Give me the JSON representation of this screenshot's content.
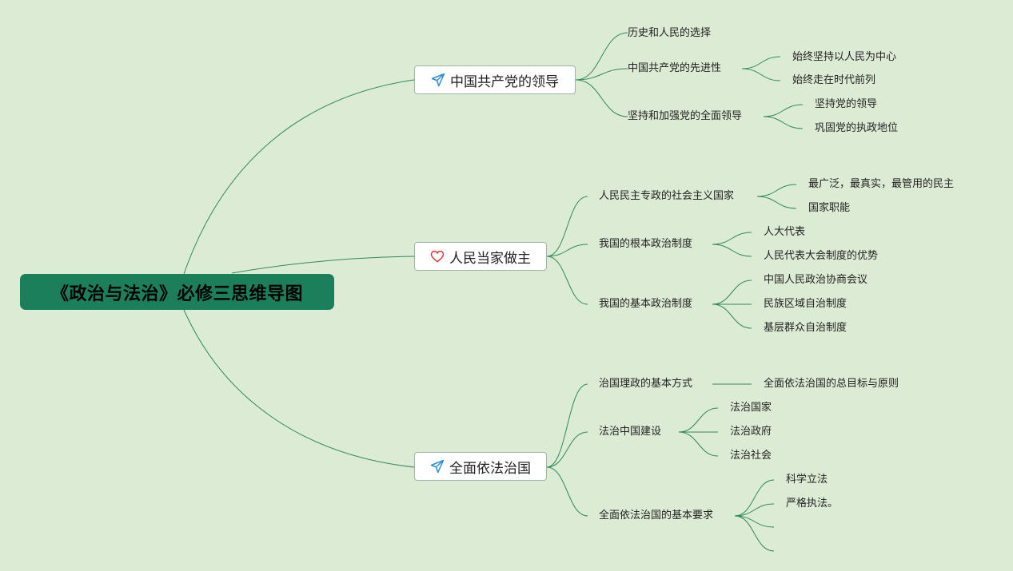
{
  "root": {
    "title": "《政治与法治》必修三思维导图"
  },
  "branches": [
    {
      "label": "中国共产党的领导",
      "icon": "paper-plane-icon",
      "children": [
        {
          "label": "历史和人民的选择"
        },
        {
          "label": "中国共产党的先进性",
          "children": [
            "始终坚持以人民为中心",
            "始终走在时代前列"
          ]
        },
        {
          "label": "坚持和加强党的全面领导",
          "children": [
            "坚持党的领导",
            "巩固党的执政地位"
          ]
        }
      ]
    },
    {
      "label": "人民当家做主",
      "icon": "heart-icon",
      "children": [
        {
          "label": "人民民主专政的社会主义国家",
          "children": [
            "最广泛，最真实，最管用的民主",
            "国家职能"
          ]
        },
        {
          "label": "我国的根本政治制度",
          "children": [
            "人大代表",
            "人民代表大会制度的优势"
          ]
        },
        {
          "label": "我国的基本政治制度",
          "children": [
            "中国人民政治协商会议",
            "民族区域自治制度",
            "基层群众自治制度"
          ]
        }
      ]
    },
    {
      "label": "全面依法治国",
      "icon": "paper-plane-icon",
      "children": [
        {
          "label": "治国理政的基本方式",
          "children": [
            "全面依法治国的总目标与原则"
          ]
        },
        {
          "label": "法治中国建设",
          "children": [
            "法治国家",
            "法治政府",
            "法治社会"
          ]
        },
        {
          "label": "全面依法治国的基本要求",
          "children": [
            "科学立法",
            "严格执法。",
            "",
            ""
          ]
        }
      ]
    }
  ],
  "colors": {
    "background": "#dcebd4",
    "root_fill": "#1b7f5c",
    "line": "#2e8b57",
    "plane_icon": "#2a8fd6",
    "heart_icon": "#e0393e"
  }
}
